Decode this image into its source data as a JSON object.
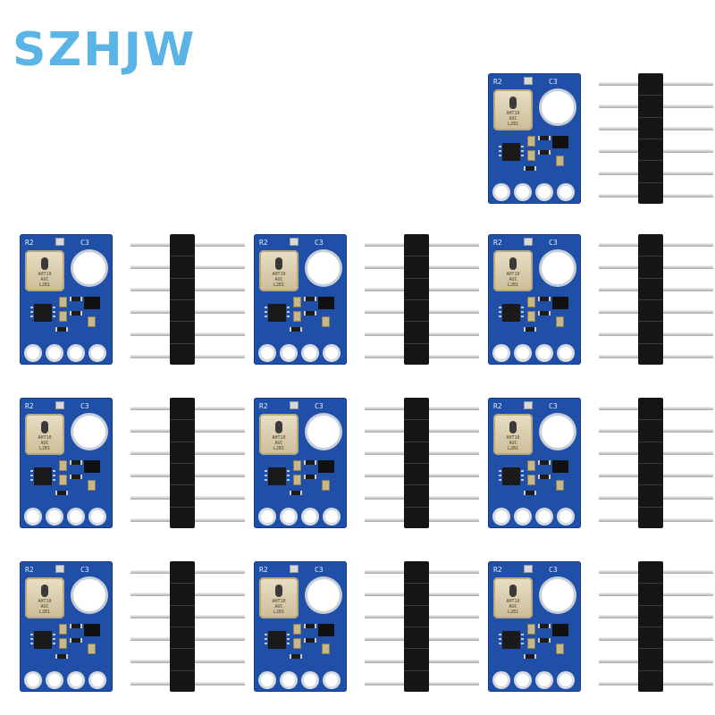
{
  "brand": {
    "text": "SZHJW",
    "color": "#5bb4e6"
  },
  "product": {
    "board_color": "#1f4fa6",
    "silkscreen_left": "R2",
    "silkscreen_right": "C3",
    "sensor_marking": [
      "AHT10",
      "AUC",
      "L2B1"
    ],
    "header_pins": 6,
    "unit_count": 10
  }
}
